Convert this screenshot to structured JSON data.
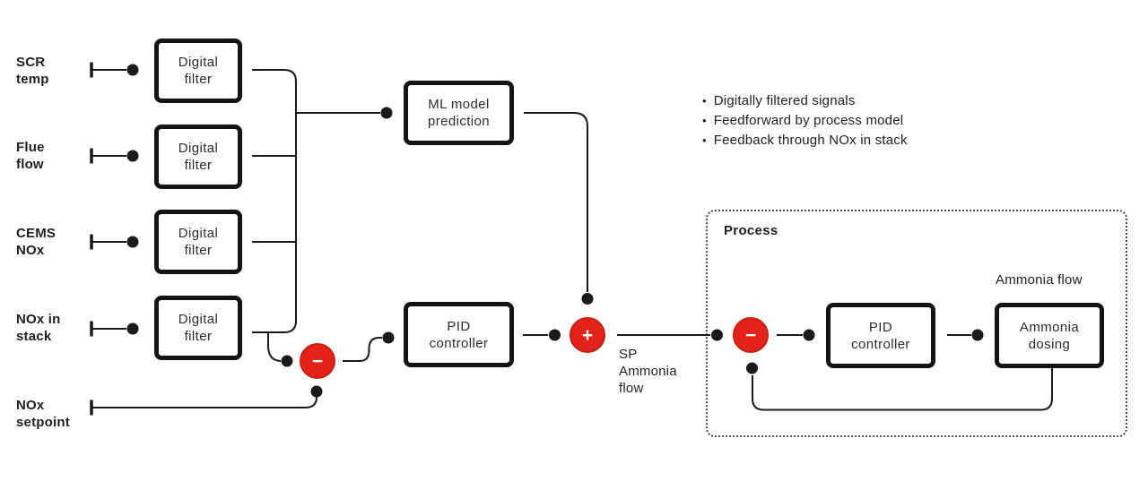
{
  "diagram": {
    "inputs": [
      {
        "label": "SCR\ntemp"
      },
      {
        "label": "Flue\nflow"
      },
      {
        "label": "CEMS\nNOx"
      },
      {
        "label": "NOx in\nstack"
      }
    ],
    "setpoint": {
      "label": "NOx\nsetpoint"
    },
    "blocks": {
      "digital_filter": "Digital\nfilter",
      "ml_model": "ML model\nprediction",
      "pid_controller": "PID\ncontroller",
      "ammonia_dosing": "Ammonia\ndosing"
    },
    "junctions": {
      "minus": "−",
      "plus": "+"
    },
    "process": {
      "title": "Process",
      "ammonia_flow_label": "Ammonia flow"
    },
    "sp_ammonia_flow_label": "SP\nAmmonia\nflow",
    "notes": {
      "bullet_char": "•",
      "items": [
        "Digitally filtered signals",
        "Feedforward by process model",
        "Feedback through NOx in stack"
      ]
    },
    "colors": {
      "accent_red": "#e3231a",
      "wire": "#1a1a1a"
    }
  }
}
